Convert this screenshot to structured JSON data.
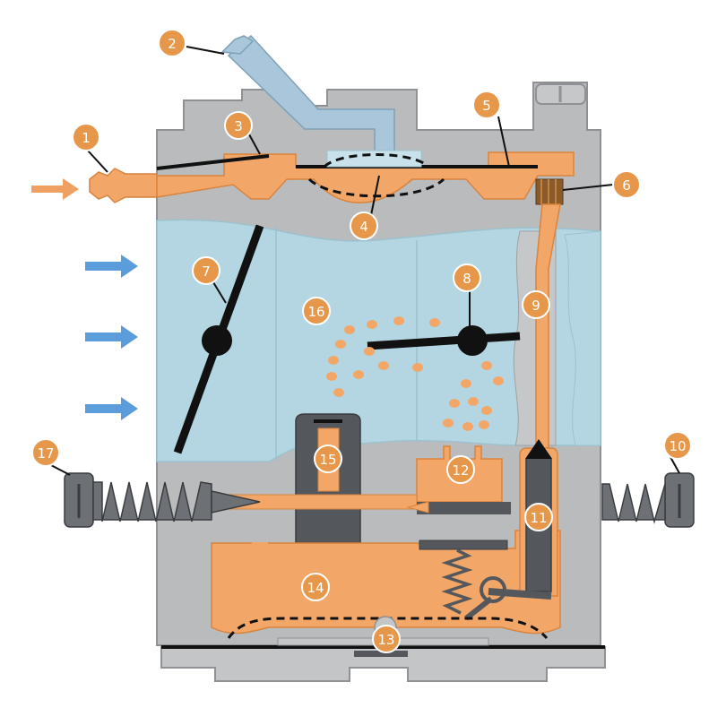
{
  "colors": {
    "body_gray": "#b9bbbd",
    "body_stroke": "#8f9194",
    "fuel_orange": "#f2a769",
    "fuel_orange_dark": "#d9843d",
    "air_blue": "#b4d6e2",
    "air_blue_stroke": "#9cc2cf",
    "callout_fill": "#e6974a",
    "callout_stroke": "#ffffff",
    "arrow_orange": "#f0a060",
    "arrow_blue": "#5b9ddb",
    "metal_dark": "#54585d",
    "screw_gray": "#6d7176",
    "black": "#111111",
    "light_blue_channel": "#a9c6da"
  },
  "callouts": [
    {
      "id": "1",
      "label": "1"
    },
    {
      "id": "2",
      "label": "2"
    },
    {
      "id": "3",
      "label": "3"
    },
    {
      "id": "4",
      "label": "4"
    },
    {
      "id": "5",
      "label": "5"
    },
    {
      "id": "6",
      "label": "6"
    },
    {
      "id": "7",
      "label": "7"
    },
    {
      "id": "8",
      "label": "8"
    },
    {
      "id": "9",
      "label": "9"
    },
    {
      "id": "10",
      "label": "10"
    },
    {
      "id": "11",
      "label": "11"
    },
    {
      "id": "12",
      "label": "12"
    },
    {
      "id": "13",
      "label": "13"
    },
    {
      "id": "14",
      "label": "14"
    },
    {
      "id": "15",
      "label": "15"
    },
    {
      "id": "16",
      "label": "16"
    },
    {
      "id": "17",
      "label": "17"
    }
  ]
}
